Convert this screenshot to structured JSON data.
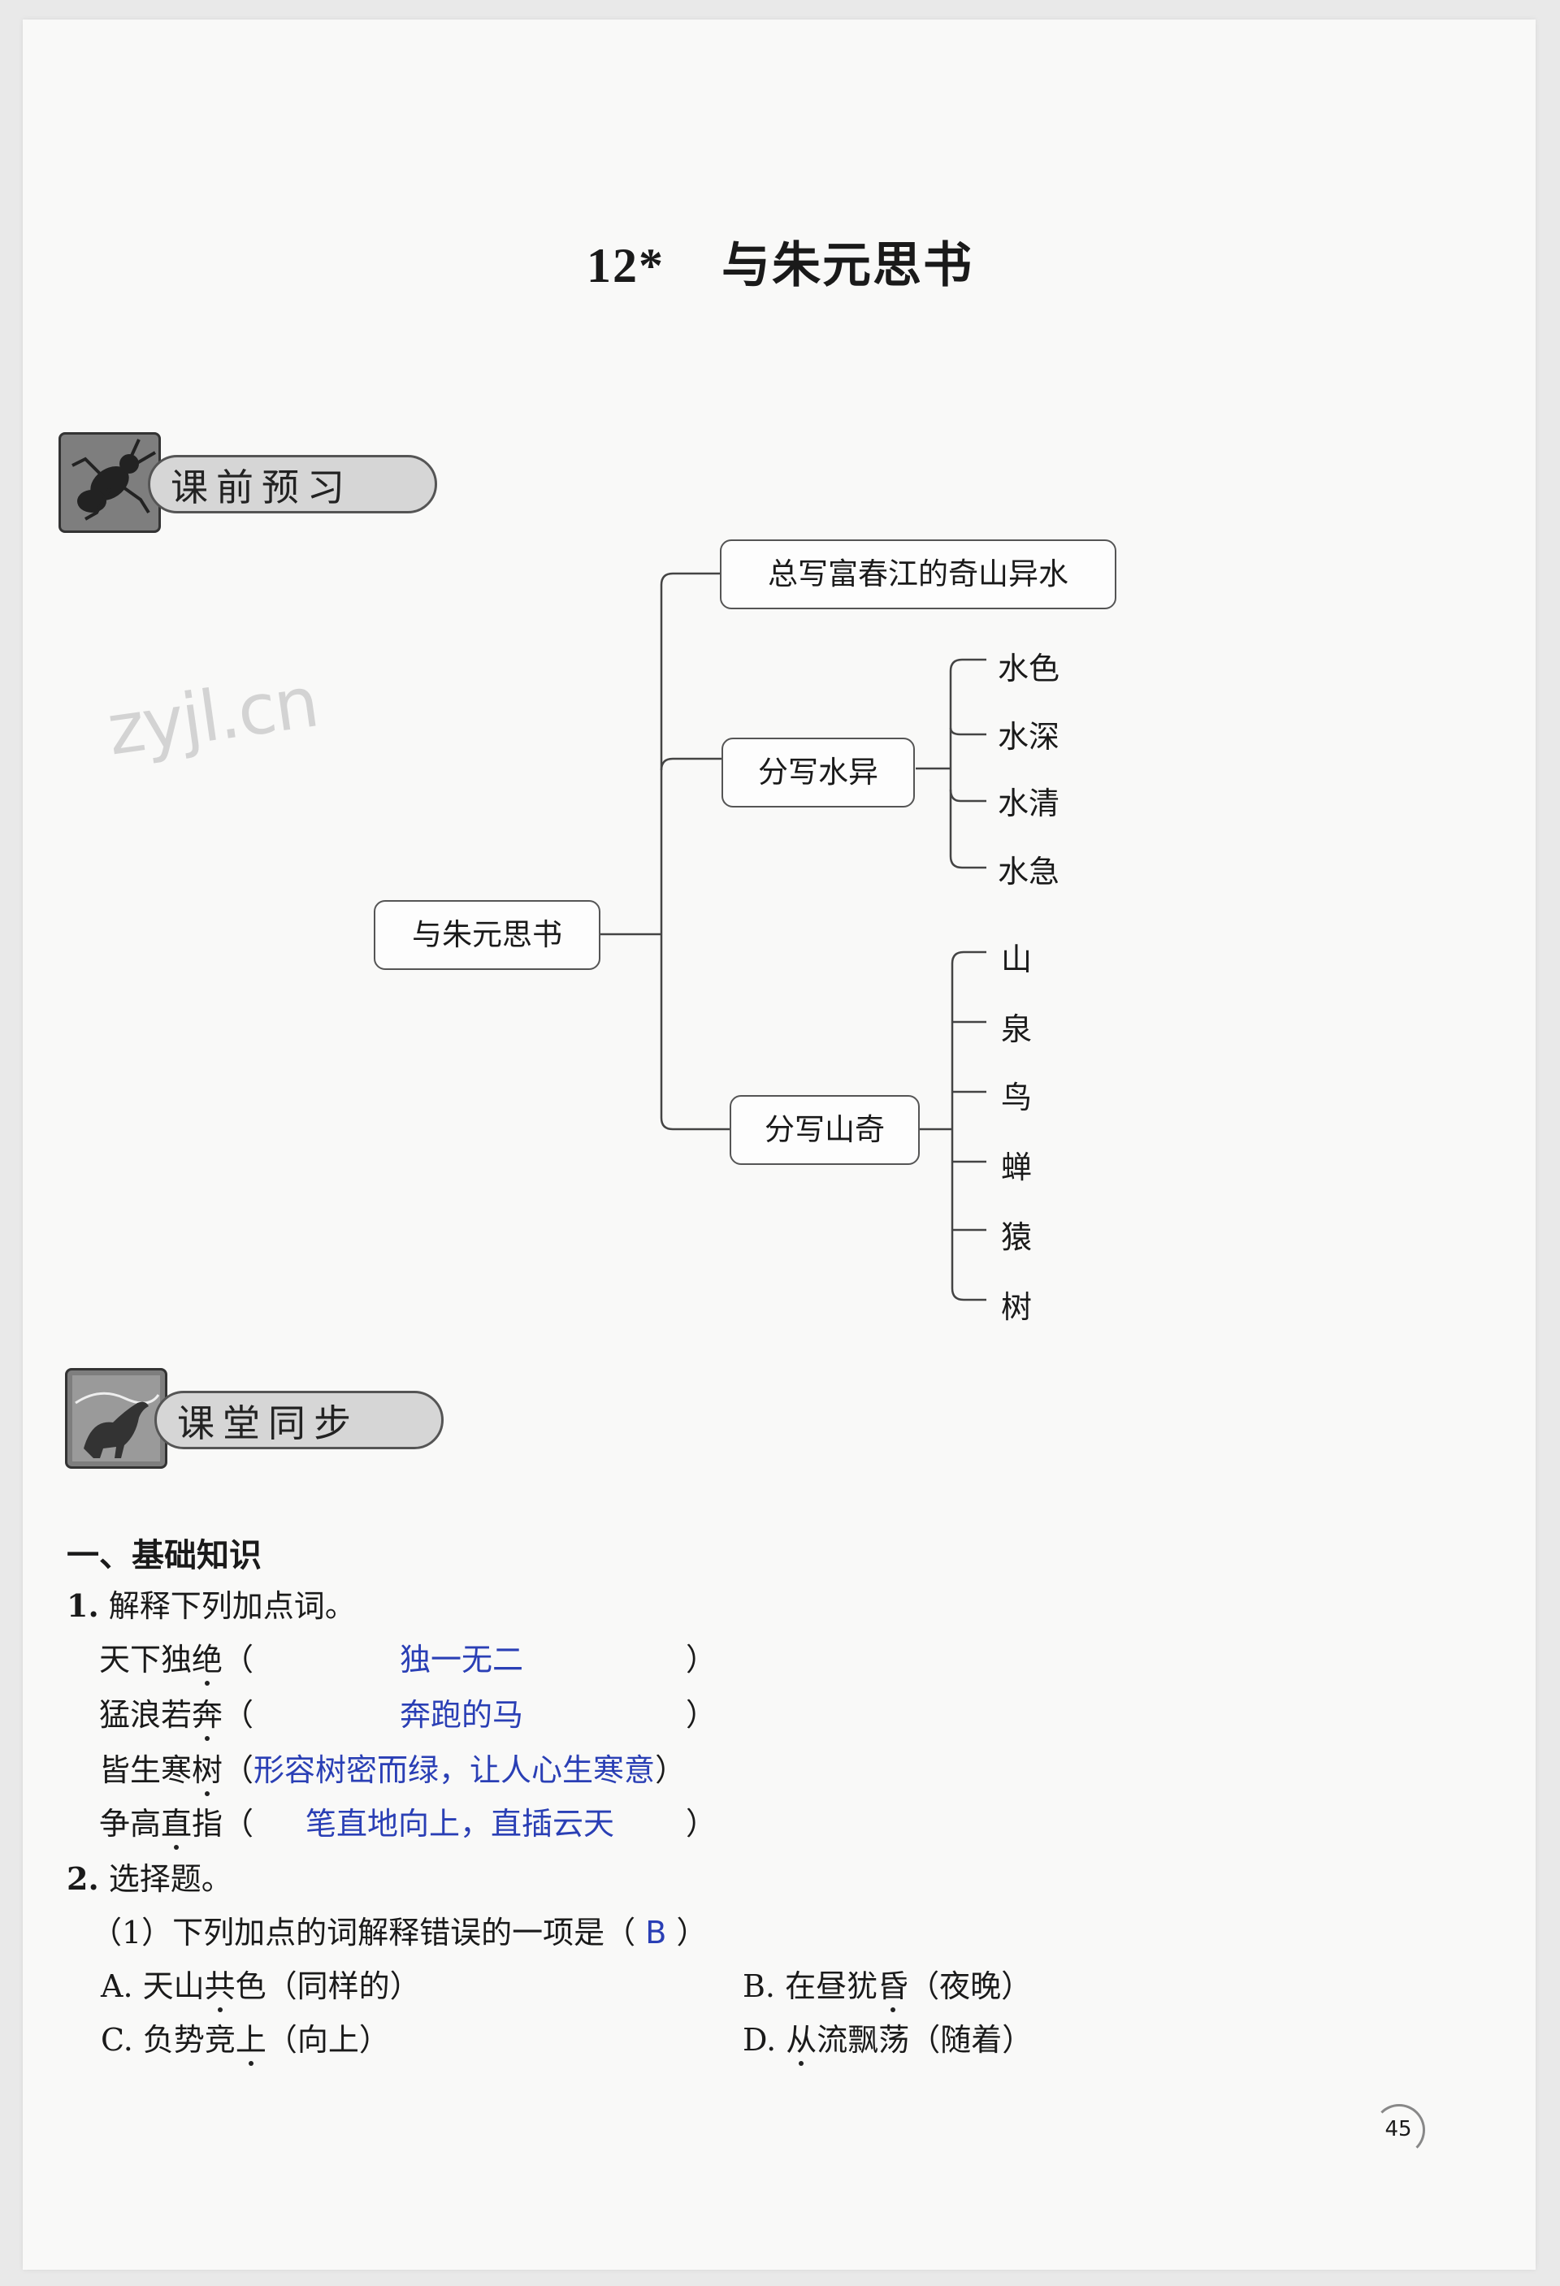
{
  "title": {
    "number": "12*",
    "text": "与朱元思书"
  },
  "sections": {
    "preview": "课前预习",
    "classroom": "课堂同步"
  },
  "watermark": "zyjl.cn",
  "mindmap": {
    "root": "与朱元思书",
    "branch1": "总写富春江的奇山异水",
    "branch2": "分写水异",
    "branch2_leaves": [
      "水色",
      "水深",
      "水清",
      "水急"
    ],
    "branch3": "分写山奇",
    "branch3_leaves": [
      "山",
      "泉",
      "鸟",
      "蝉",
      "猿",
      "树"
    ]
  },
  "part1_heading": "一、基础知识",
  "q1": {
    "num": "1.",
    "prompt": "解释下列加点词。",
    "items": [
      {
        "pre": "天下独",
        "dot": "绝",
        "post": "",
        "answer": "独一无二"
      },
      {
        "pre": "猛浪若",
        "dot": "奔",
        "post": "",
        "answer": "奔跑的马"
      },
      {
        "pre": "皆生寒",
        "dot": "树",
        "post": "",
        "answer": "形容树密而绿，让人心生寒意"
      },
      {
        "pre": "争高",
        "dot": "直",
        "post": "指",
        "answer": "笔直地向上，直插云天"
      }
    ]
  },
  "q2": {
    "num": "2.",
    "prompt": "选择题。",
    "sub1": {
      "label": "（1）下列加点的词解释错误的一项是（",
      "answer": "B",
      "close": "）"
    },
    "options": {
      "a": {
        "pre": "A. 天山",
        "dot": "共",
        "post": "色（同样的）"
      },
      "b": {
        "pre": "B. 在昼犹",
        "dot": "昏",
        "post": "（夜晚）"
      },
      "c": {
        "pre": "C. 负势竞",
        "dot": "上",
        "post": "（向上）"
      },
      "d": {
        "pre": "D. ",
        "dot": "从",
        "post": "流飘荡（随着）"
      }
    }
  },
  "page_number": "45"
}
